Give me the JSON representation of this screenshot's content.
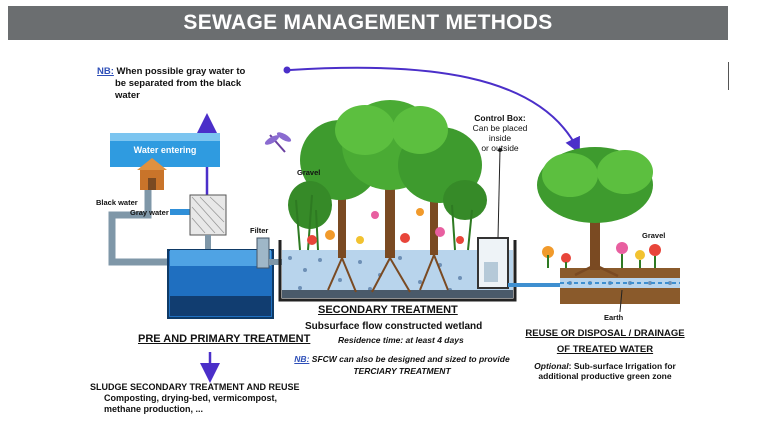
{
  "title": "SEWAGE MANAGEMENT METHODS",
  "nb_top": {
    "tag": "NB:",
    "line1": "When possible gray water to",
    "line2": "be   separated  from  the  black",
    "line3": "water"
  },
  "labels": {
    "water_entering": "Water entering",
    "black_water": "Black water",
    "gray_water": "Gray water",
    "filter": "Filter",
    "gravel_left": "Gravel",
    "gravel_right": "Gravel",
    "earth": "Earth"
  },
  "control_box": {
    "title": "Control Box:",
    "line1": "Can be placed",
    "line2": "inside",
    "line3": "or outside"
  },
  "primary": {
    "heading": "PRE AND PRIMARY TREATMENT"
  },
  "sludge": {
    "heading": "SLUDGE   SECONDARY   TREATMENT   AND   REUSE",
    "line1": "Composting,   drying-bed,   vermicompost,",
    "line2": "methane production, ..."
  },
  "secondary": {
    "heading": "SECONDARY TREATMENT",
    "subtitle": "Subsurface flow constructed wetland",
    "residence": "Residence time: at least 4 days",
    "nb_tag": "NB:",
    "nb_text": "SFCW can also be designed and sized to provide",
    "nb_text2": "TERCIARY TREATMENT"
  },
  "reuse": {
    "heading1": "REUSE OR DISPOSAL / DRAINAGE",
    "heading2": "OF TREATED WATER",
    "optional_tag": "Optional",
    "optional_text": ": Sub-surface Irrigation for",
    "optional_text2": "additional productive green zone"
  },
  "colors": {
    "title_bar": "#6b6e70",
    "arrow": "#4b2fc9",
    "water_blue": "#2f8fd8",
    "tank_blue": "#1f6fc0",
    "leaf_green": "#3e9b2e",
    "trunk_brown": "#7a4a22",
    "soil_brown": "#8a5a2b"
  }
}
